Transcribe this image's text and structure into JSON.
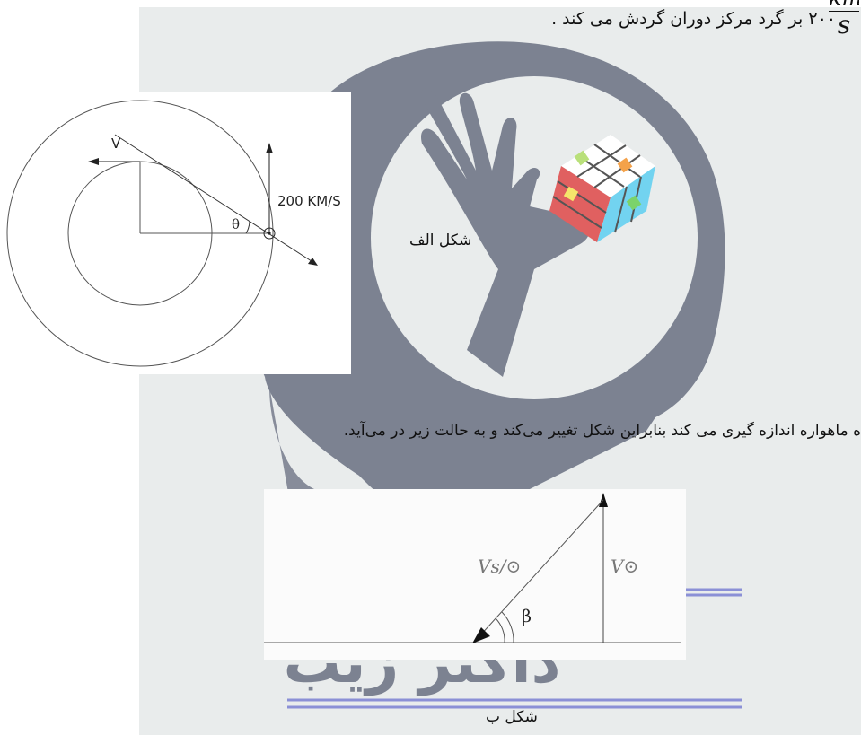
{
  "document": {
    "top_line": {
      "value": "۲۰۰",
      "text": "بر گرد مرکز دوران گردش می کند .",
      "fraction_numerator": "km",
      "fraction_denominator": "s"
    },
    "middle_line": "ه ماهواره اندازه گیری می کند بنابراین شکل تغییر می‌کند و به حالت زیر در  می‌آید.",
    "figure_a": {
      "caption": "شکل الف",
      "label_v": "V",
      "label_speed": "200 KM/S",
      "label_angle": "θ"
    },
    "figure_b": {
      "caption": "شکل ب",
      "label_vs": "Vs/⊙",
      "label_v": "V⊙",
      "label_angle": "β"
    }
  },
  "colors": {
    "watermark": "#7c8291",
    "page": "#e9ecec",
    "accent_lines": "#8b90d6"
  },
  "icons": {
    "watermark": "head-silhouette-with-hand-and-rubiks-cube"
  }
}
